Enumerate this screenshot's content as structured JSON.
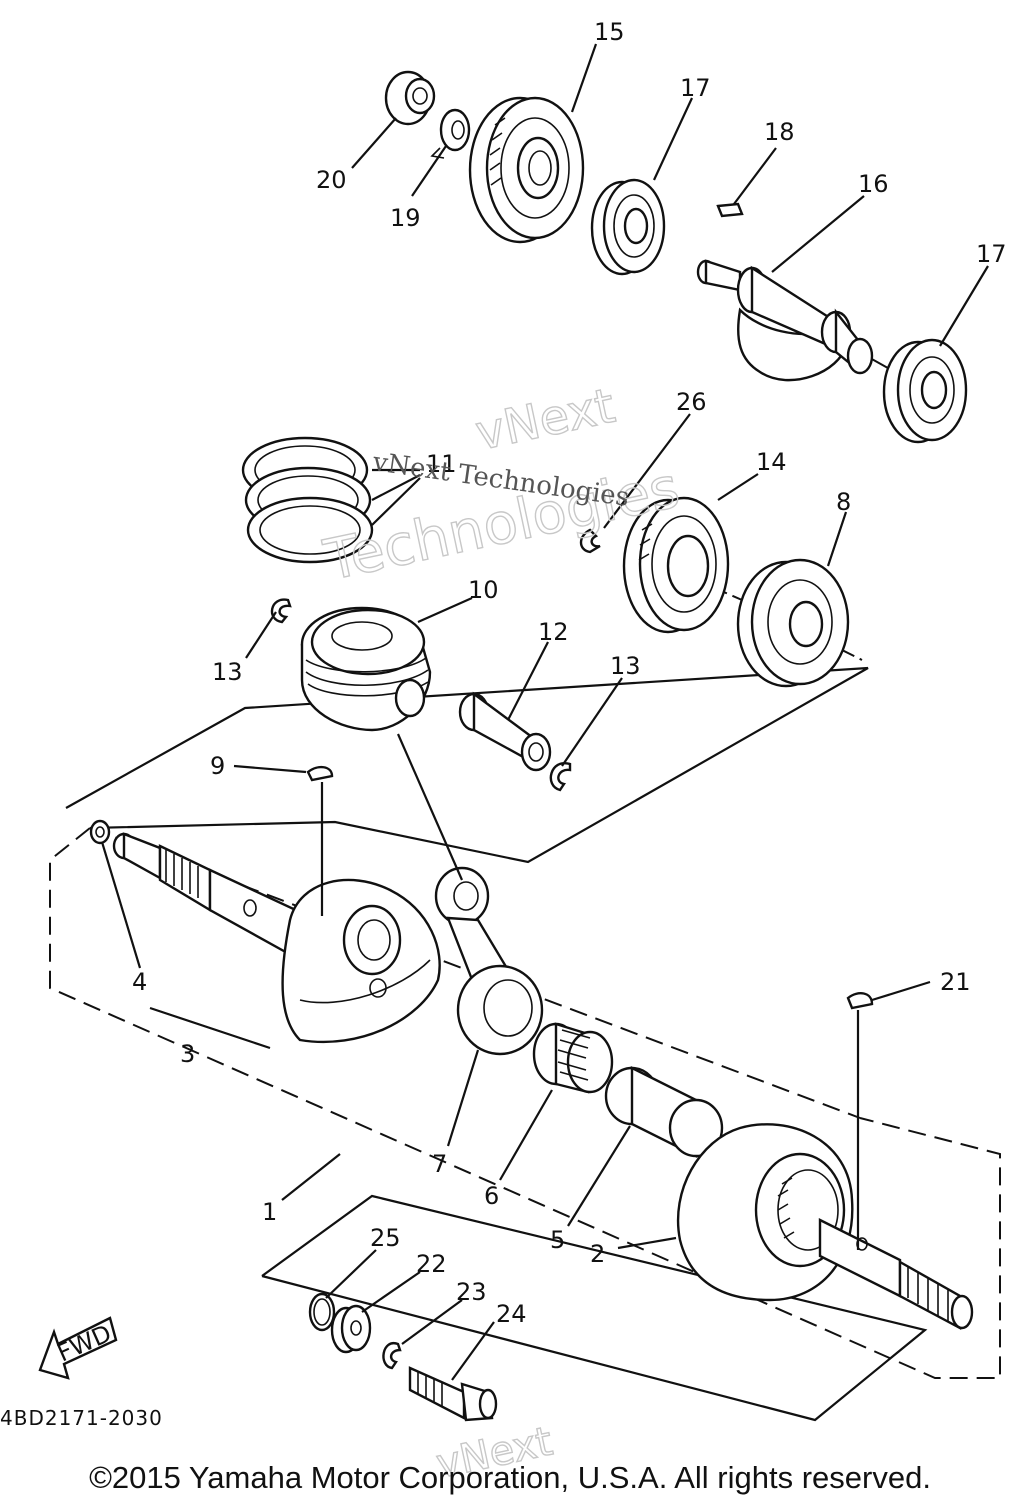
{
  "diagram_code": "4BD2171-2030",
  "copyright": "©2015 Yamaha Motor Corporation, U.S.A. All rights reserved.",
  "fwd_label": "FWD",
  "watermark": {
    "line1": "vNext",
    "line2": "Technologies",
    "inline": "vNext Technologies"
  },
  "callouts": {
    "c1": "1",
    "c2": "2",
    "c3": "3",
    "c4": "4",
    "c5": "5",
    "c6": "6",
    "c7": "7",
    "c8": "8",
    "c9": "9",
    "c10": "10",
    "c11": "11",
    "c12": "12",
    "c13a": "13",
    "c13b": "13",
    "c14": "14",
    "c15": "15",
    "c16": "16",
    "c17a": "17",
    "c17b": "17",
    "c18": "18",
    "c19": "19",
    "c20": "20",
    "c21": "21",
    "c22": "22",
    "c23": "23",
    "c24": "24",
    "c25": "25",
    "c26": "26"
  }
}
